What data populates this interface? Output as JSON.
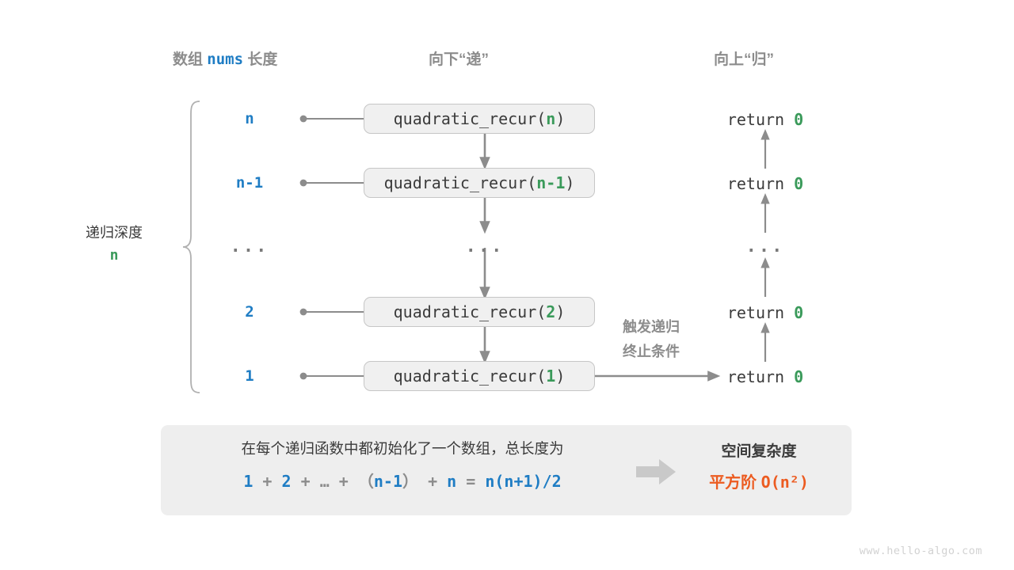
{
  "headers": {
    "left": {
      "prefix": "数组",
      "code": "nums",
      "suffix": "长度"
    },
    "middle": "向下“递”",
    "right": "向上“归”"
  },
  "depth": {
    "label": "递归深度",
    "value": "n"
  },
  "rows": [
    {
      "size": "n",
      "call_prefix": "quadratic_recur(",
      "call_arg": "n",
      "call_suffix": ")",
      "return_text": "return",
      "return_value": "0"
    },
    {
      "size": "n-1",
      "call_prefix": "quadratic_recur(",
      "call_arg": "n-1",
      "call_suffix": ")",
      "return_text": "return",
      "return_value": "0"
    },
    {
      "size": "...",
      "call_prefix": "...",
      "call_arg": "",
      "call_suffix": "",
      "return_text": "...",
      "return_value": ""
    },
    {
      "size": "2",
      "call_prefix": "quadratic_recur(",
      "call_arg": "2",
      "call_suffix": ")",
      "return_text": "return",
      "return_value": "0"
    },
    {
      "size": "1",
      "call_prefix": "quadratic_recur(",
      "call_arg": "1",
      "call_suffix": ")",
      "return_text": "return",
      "return_value": "0"
    }
  ],
  "trigger_note": {
    "line1": "触发递归",
    "line2": "终止条件"
  },
  "summary": {
    "line1": "在每个递归函数中都初始化了一个数组，总长度为",
    "formula": {
      "t1": "1",
      "op1": "+",
      "t2": "2",
      "op2": "+",
      "t3": "…",
      "op3": "+",
      "lp": "（",
      "t4": "n-1",
      "rp": "）",
      "op4": "+",
      "t5": "n",
      "eq": "=",
      "result": "n(n+1)/2"
    },
    "arrow_icon": "right-arrow-icon",
    "complexity_title": "空间复杂度",
    "complexity_value_text": "平方阶",
    "complexity_value_code": "O(n²)"
  },
  "watermark": "www.hello-algo.com",
  "colors": {
    "blue": "#1f7dc4",
    "green": "#3a9a5a",
    "orange": "#ec5b20",
    "gray_text": "#8c8c8c",
    "dark_text": "#3b3b3b",
    "box_fill": "#f0f0f0",
    "box_border": "#c6c6c6",
    "panel_fill": "#eeeeee",
    "line": "#8c8c8c"
  }
}
